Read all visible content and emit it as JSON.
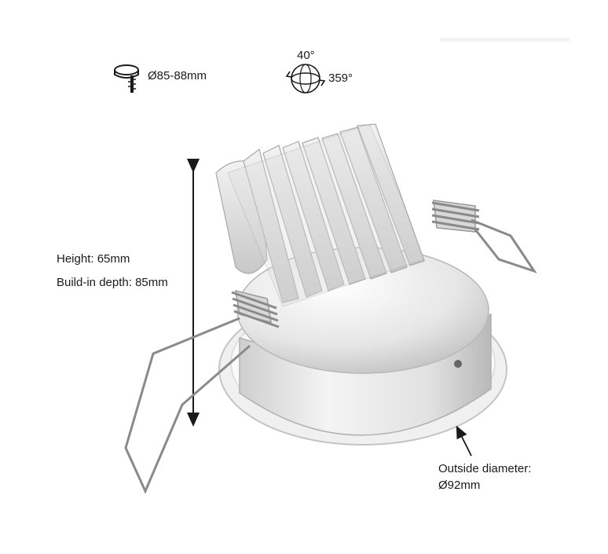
{
  "specs": {
    "cutout": {
      "icon": "cutout-diameter-icon",
      "text": "Ø85-88mm"
    },
    "tilt": {
      "icon": "tilt-rotate-icon",
      "tilt_text": "40°",
      "rotate_text": "359°"
    }
  },
  "dimensions": {
    "height_text": "Height: 65mm",
    "depth_text": "Build-in depth: 85mm",
    "outside_line1": "Outside diameter:",
    "outside_line2": "Ø92mm"
  },
  "colors": {
    "body": "#e4e4e4",
    "body_shade": "#bdbdbd",
    "trim": "#f2f2f2",
    "ink": "#1a1a1a",
    "spring": "#8a8a8a"
  }
}
